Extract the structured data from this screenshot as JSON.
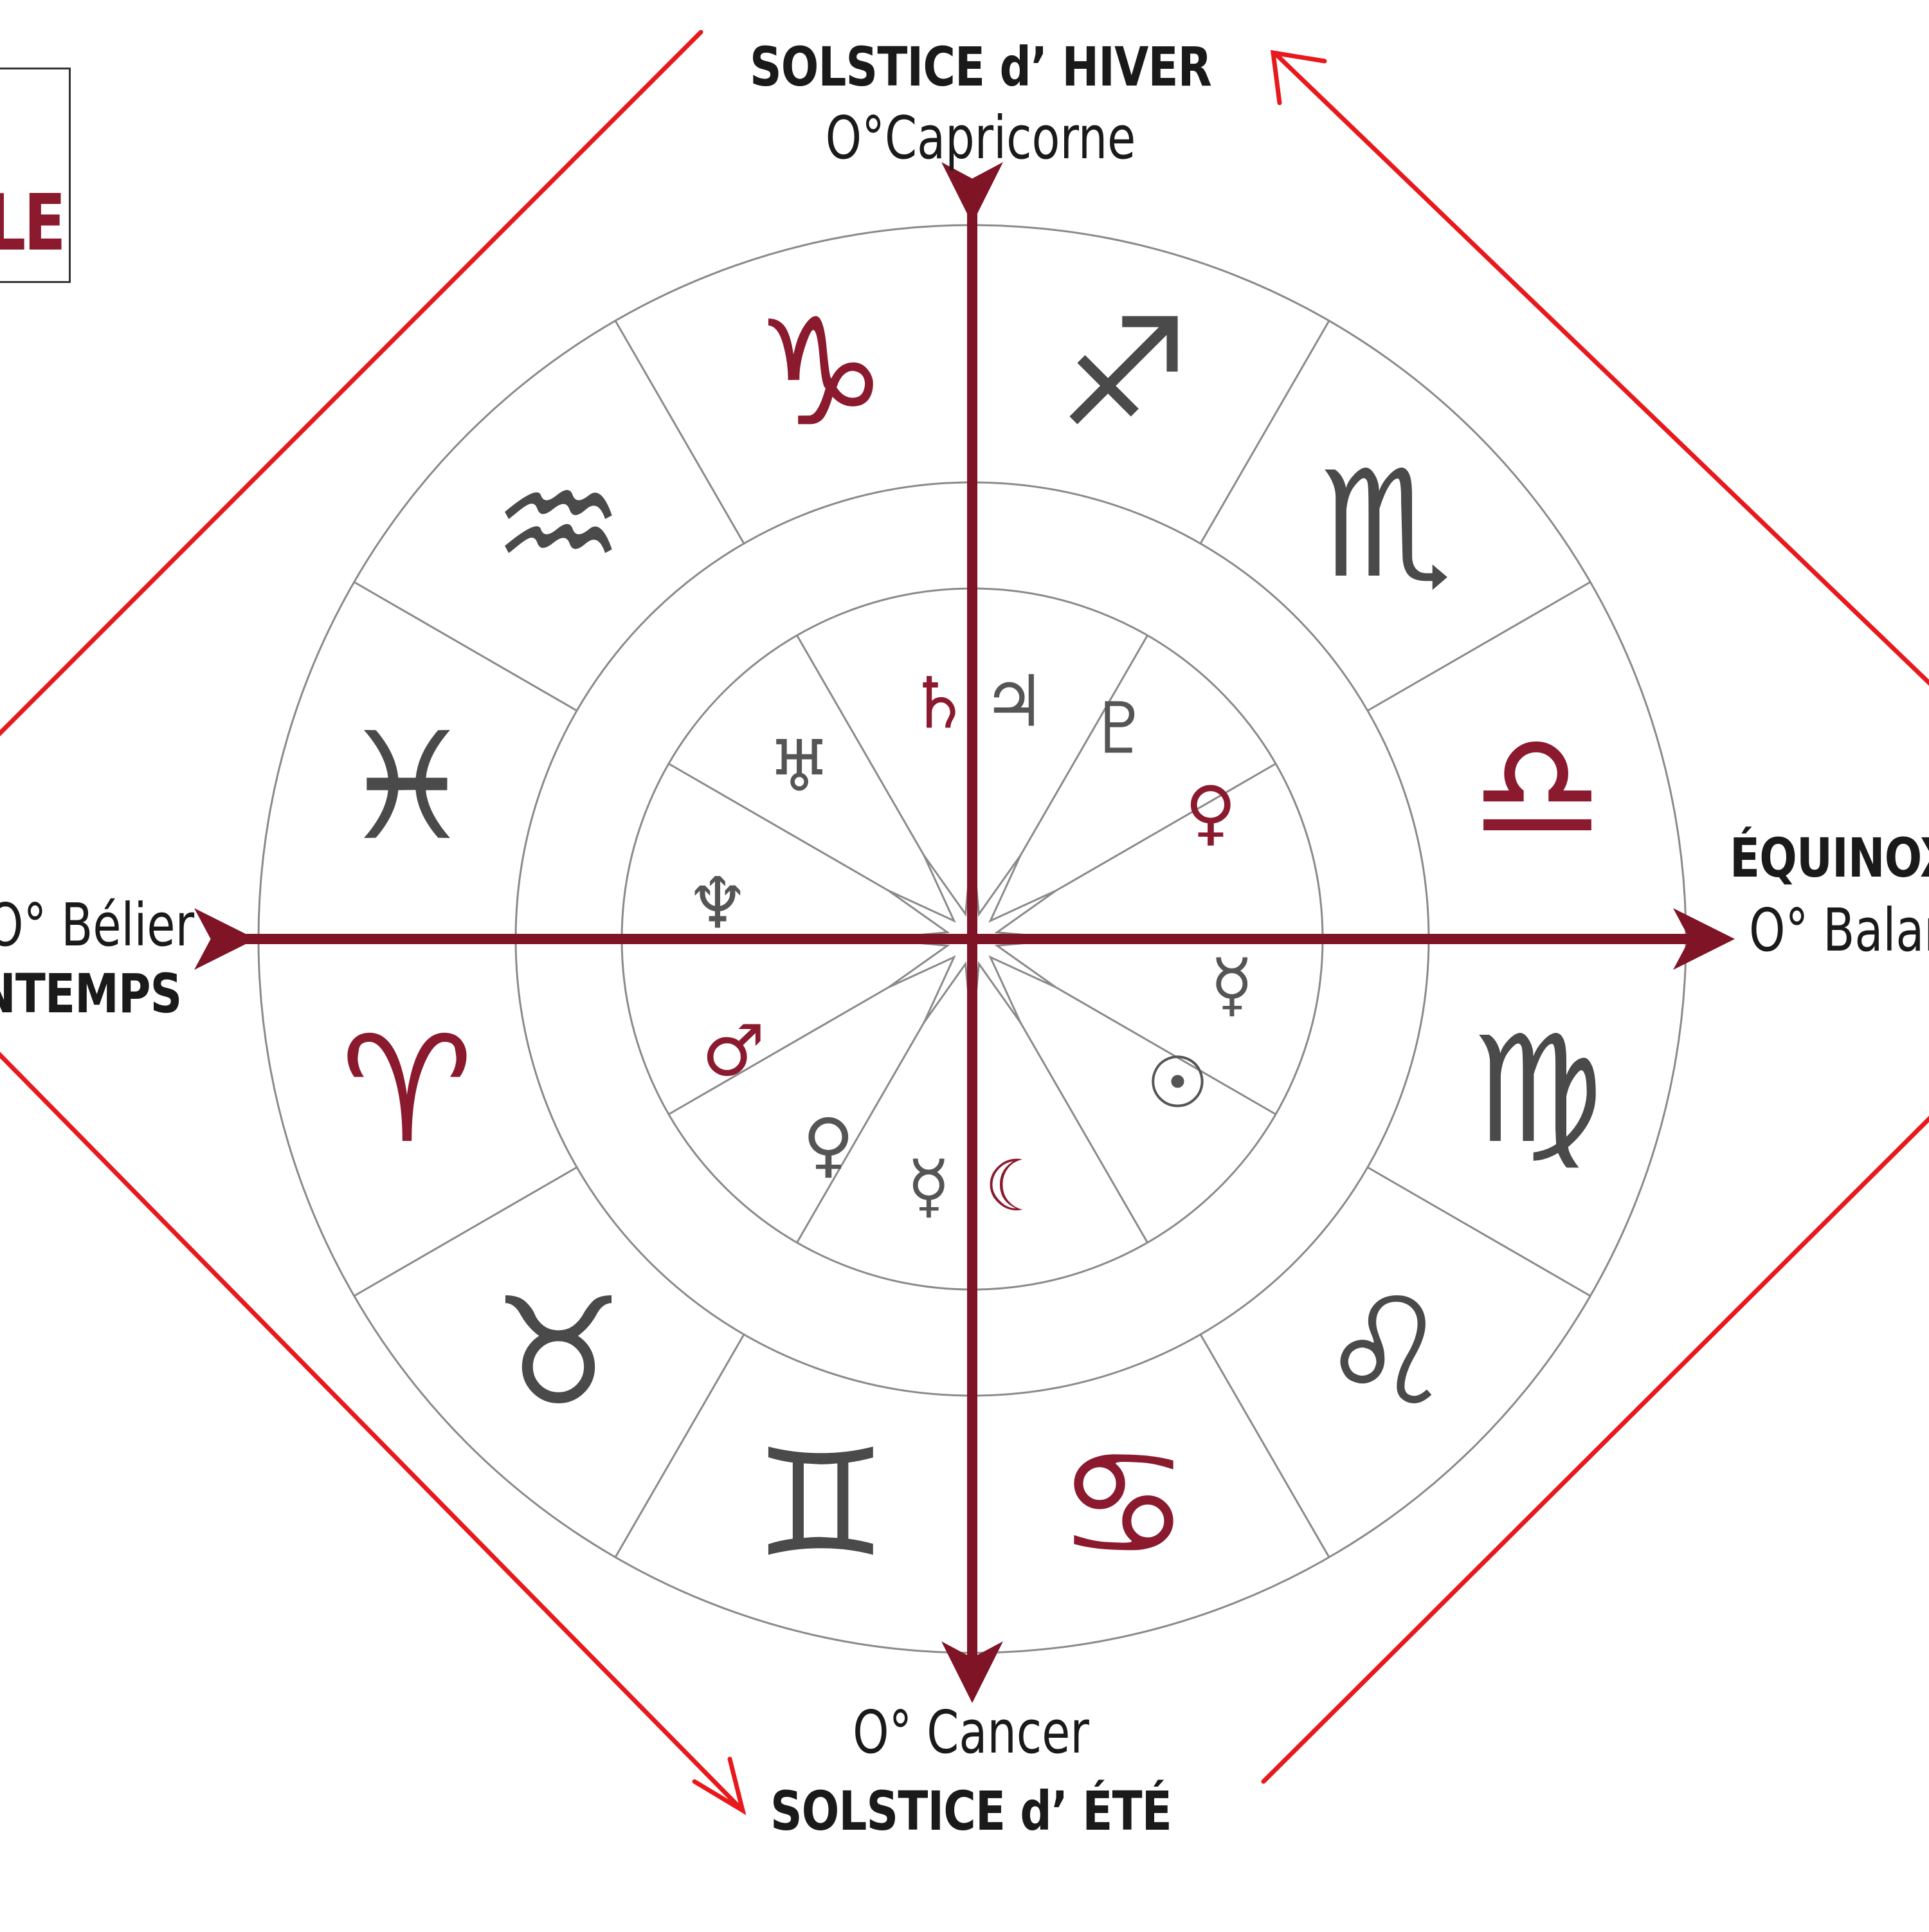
{
  "labels": {
    "top": {
      "title": "SOLSTICE d’ HIVER",
      "subtitle": "O°Capricorne"
    },
    "bottom": {
      "subtitle": "O° Cancer",
      "title": "SOLSTICE d’ ÉTÉ"
    },
    "left": {
      "subtitle": "O° Bélier",
      "title": "RINTEMPS"
    },
    "right": {
      "title": "ÉQUINOX",
      "subtitle": "O° Balar"
    },
    "logo": "LE"
  },
  "colors": {
    "wine": "#7e1426",
    "red_arrow": "#e8191c",
    "line": "#8a8a8a",
    "ink": "#4a4a4a"
  },
  "zodiac_signs": [
    {
      "name": "capricorn-icon",
      "glyph": "♑",
      "color": "#8b1a2e"
    },
    {
      "name": "sagittarius-icon",
      "glyph": "♐",
      "color": "#4a4a4a"
    },
    {
      "name": "scorpio-icon",
      "glyph": "♏",
      "color": "#4a4a4a"
    },
    {
      "name": "libra-icon",
      "glyph": "♎",
      "color": "#8b1a2e"
    },
    {
      "name": "virgo-icon",
      "glyph": "♍",
      "color": "#4a4a4a"
    },
    {
      "name": "leo-icon",
      "glyph": "♌",
      "color": "#4a4a4a"
    },
    {
      "name": "cancer-icon",
      "glyph": "♋",
      "color": "#8b1a2e"
    },
    {
      "name": "gemini-icon",
      "glyph": "♊",
      "color": "#4a4a4a"
    },
    {
      "name": "taurus-icon",
      "glyph": "♉",
      "color": "#4a4a4a"
    },
    {
      "name": "aries-icon",
      "glyph": "♈",
      "color": "#8b1a2e"
    },
    {
      "name": "pisces-icon",
      "glyph": "♓",
      "color": "#4a4a4a"
    },
    {
      "name": "aquarius-icon",
      "glyph": "♒",
      "color": "#4a4a4a"
    }
  ],
  "planets": [
    {
      "name": "saturn-icon",
      "glyph": "♄",
      "color": "#8b1a2e"
    },
    {
      "name": "jupiter-icon",
      "glyph": "♃",
      "color": "#555555"
    },
    {
      "name": "pluto-icon",
      "glyph": "♇",
      "color": "#555555"
    },
    {
      "name": "venus-icon",
      "glyph": "♀",
      "color": "#8b1a2e"
    },
    {
      "name": "mercury-icon",
      "glyph": "☿",
      "color": "#555555"
    },
    {
      "name": "sun-icon",
      "glyph": "☉",
      "color": "#555555"
    },
    {
      "name": "moon-icon",
      "glyph": "☾",
      "color": "#8b1a2e"
    },
    {
      "name": "mercury-icon-2",
      "glyph": "☿",
      "color": "#555555"
    },
    {
      "name": "venus-icon-2",
      "glyph": "♀",
      "color": "#555555"
    },
    {
      "name": "mars-icon",
      "glyph": "♂",
      "color": "#8b1a2e"
    },
    {
      "name": "neptune-icon",
      "glyph": "♆",
      "color": "#555555"
    },
    {
      "name": "uranus-icon",
      "glyph": "♅",
      "color": "#555555"
    }
  ]
}
